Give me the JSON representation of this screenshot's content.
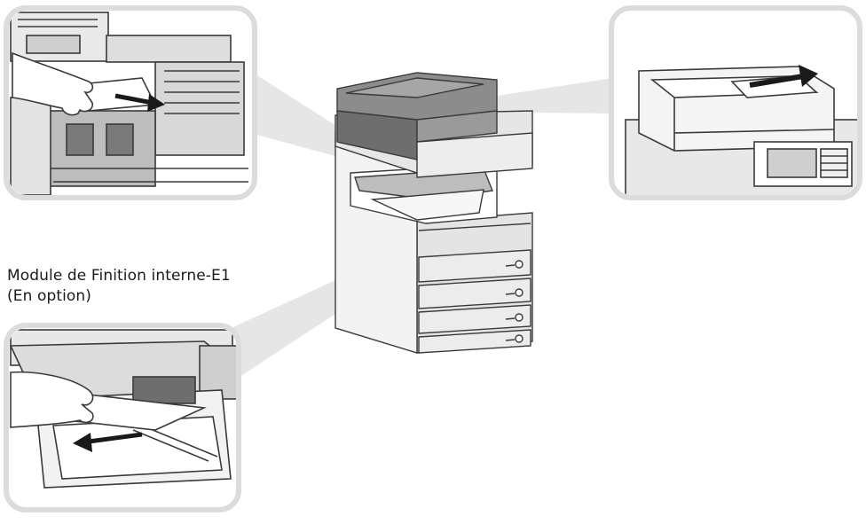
{
  "diagram": {
    "caption": {
      "line1": "Module de Finition interne-E1",
      "line2": "(En option)"
    },
    "callouts": [
      {
        "id": "internal-unit-detail"
      },
      {
        "id": "document-feeder-detail"
      },
      {
        "id": "finisher-detail"
      }
    ],
    "colors": {
      "frame": "#dcdcdc",
      "line": "#3a3a3a",
      "body_light": "#f2f2f2",
      "body_mid": "#cfcfcf",
      "body_dark": "#6e6e6e"
    },
    "icons": [
      "pull-arrow-icon",
      "hand-icon",
      "paper-sheet-icon"
    ]
  }
}
